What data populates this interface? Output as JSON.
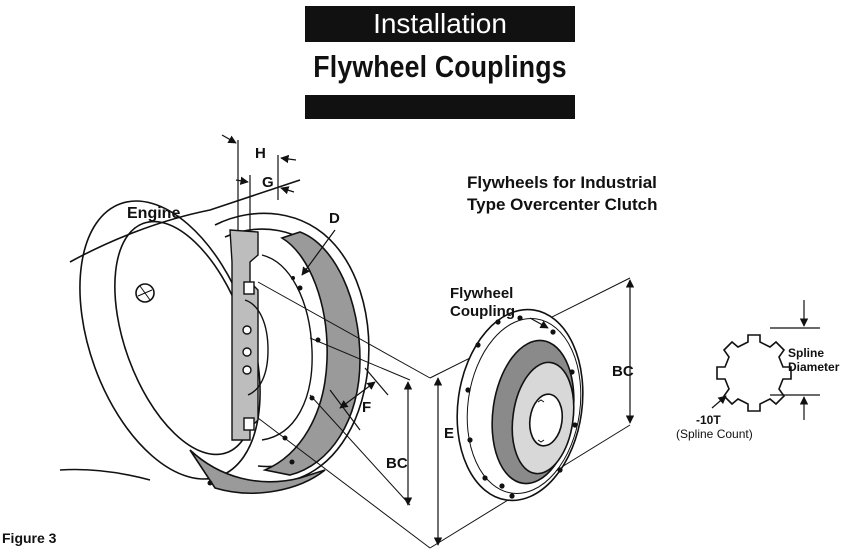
{
  "header": {
    "section": "Installation",
    "title": "Flywheel Couplings"
  },
  "diagram": {
    "heading_line1": "Flywheels for Industrial",
    "heading_line2": "Type Overcenter Clutch",
    "label_engine": "Engine",
    "label_coupling_line1": "Flywheel",
    "label_coupling_line2": "Coupling",
    "dim_h": "H",
    "dim_g": "G",
    "dim_d": "D",
    "dim_f": "F",
    "dim_bc_left": "BC",
    "dim_e": "E",
    "dim_bc_right": "BC",
    "spline_label_line1": "Spline",
    "spline_label_line2": "Diameter",
    "spline_teeth": "-10T",
    "spline_count": "(Spline Count)"
  },
  "footer": {
    "figure": "Figure 3"
  }
}
